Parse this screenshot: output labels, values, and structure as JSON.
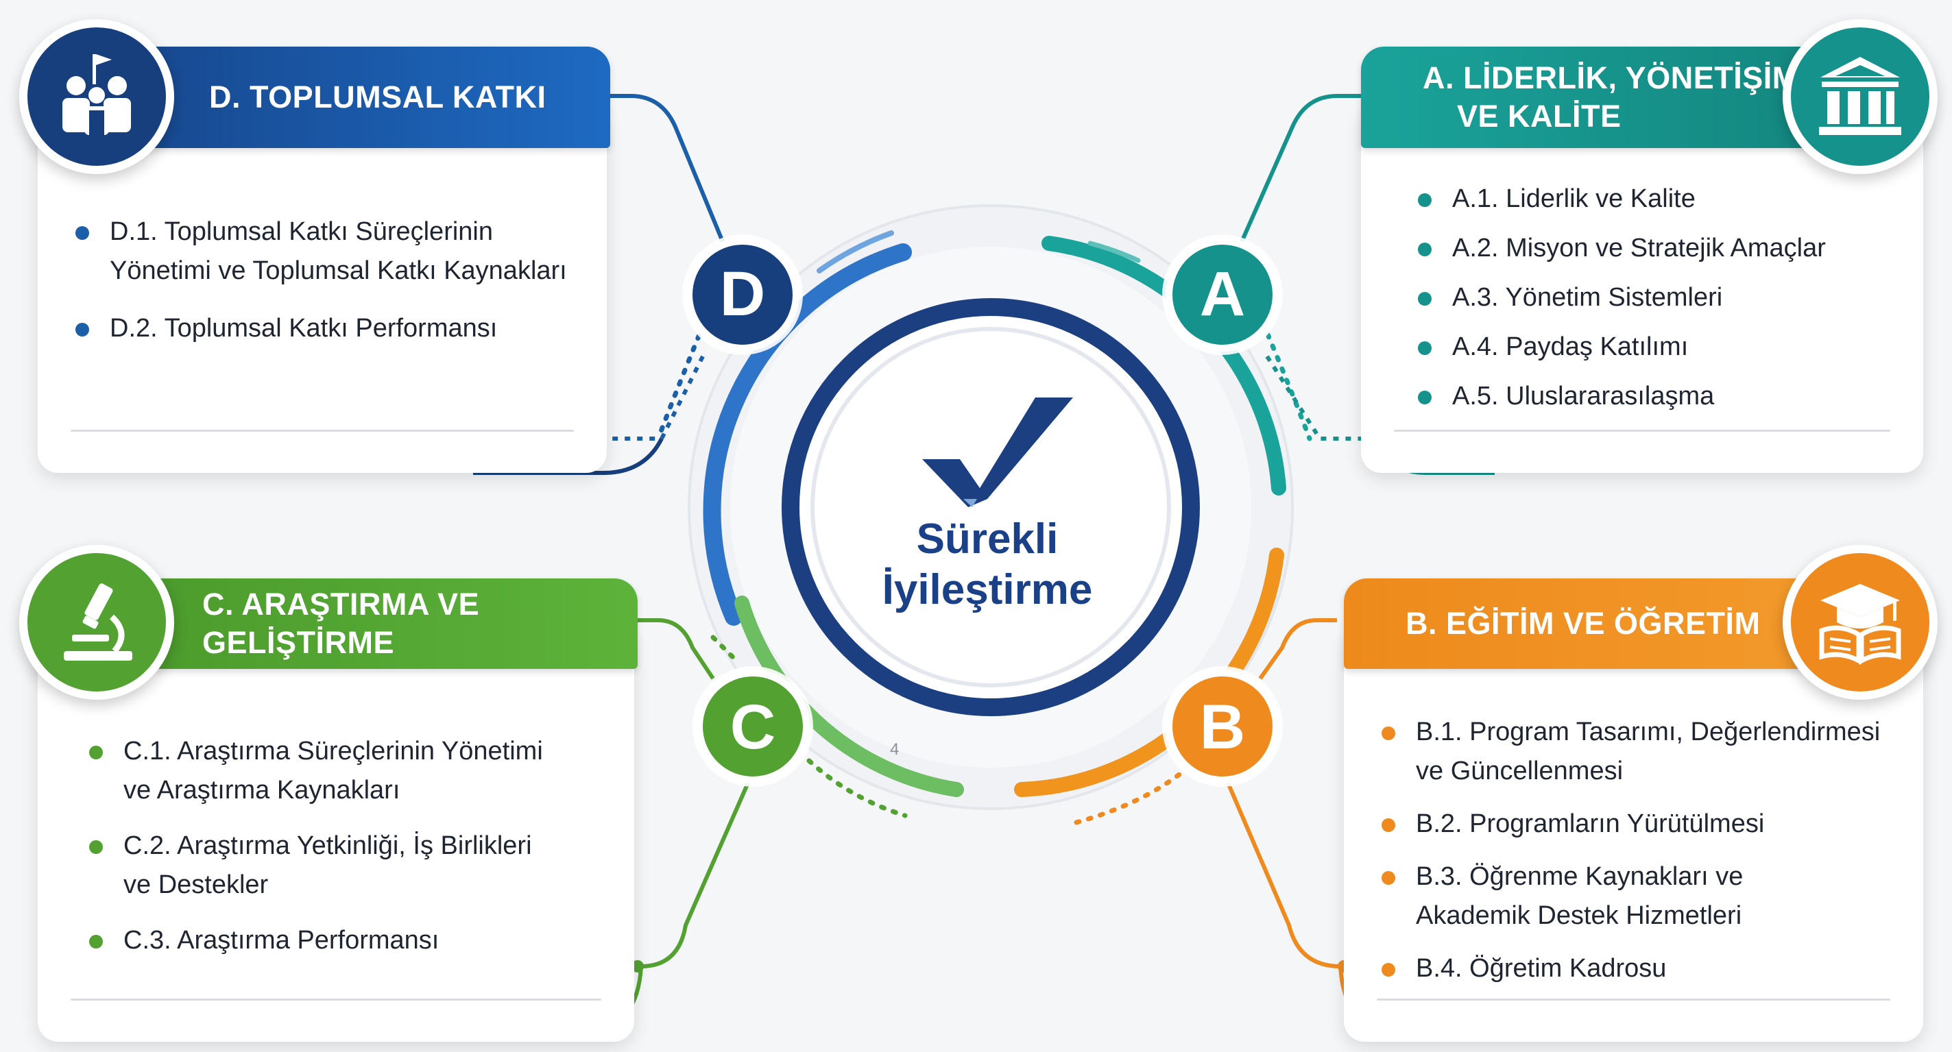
{
  "center": {
    "title_line1": "Sürekli",
    "title_line2": "İyileştirme",
    "check_icon": "checkmark-logo-icon"
  },
  "page_number": "4",
  "colors": {
    "blue": "#1b5fa9",
    "blue_dark": "#17478d",
    "teal": "#16928c",
    "orange": "#ef8a1f",
    "green": "#52a131",
    "navy": "#173f7d"
  },
  "sections": {
    "d": {
      "letter": "D",
      "title": "D. TOPLUMSAL KATKI",
      "icon": "community-people-flag-icon",
      "items": [
        {
          "line1": "D.1. Toplumsal Katkı Süreçlerinin",
          "line2": "Yönetimi ve Toplumsal Katkı Kaynakları"
        },
        {
          "line1": "D.2. Toplumsal Katkı Performansı",
          "line2": ""
        }
      ]
    },
    "a": {
      "letter": "A",
      "title_line1": "A. LİDERLİK, YÖNETİŞİM",
      "title_line2": "VE KALİTE",
      "icon": "institution-building-icon",
      "items": [
        {
          "line1": "A.1. Liderlik ve Kalite"
        },
        {
          "line1": "A.2. Misyon ve Stratejik Amaçlar"
        },
        {
          "line1": "A.3. Yönetim Sistemleri"
        },
        {
          "line1": "A.4. Paydaş Katılımı"
        },
        {
          "line1": "A.5. Uluslararasılaşma"
        }
      ]
    },
    "c": {
      "letter": "C",
      "title": "C. ARAŞTIRMA VE GELİŞTİRME",
      "icon": "microscope-icon",
      "items": [
        {
          "line1": "C.1. Araştırma Süreçlerinin Yönetimi",
          "line2": "ve Araştırma Kaynakları"
        },
        {
          "line1": "C.2. Araştırma Yetkinliği, İş Birlikleri",
          "line2": "ve Destekler"
        },
        {
          "line1": "C.3. Araştırma Performansı",
          "line2": ""
        }
      ]
    },
    "b": {
      "letter": "B",
      "title": "B. EĞİTİM VE ÖĞRETİM",
      "icon": "graduation-cap-book-icon",
      "items": [
        {
          "line1": "B.1. Program Tasarımı, Değerlendirmesi",
          "line2": "ve Güncellenmesi"
        },
        {
          "line1": "B.2. Programların Yürütülmesi",
          "line2": ""
        },
        {
          "line1": "B.3. Öğrenme Kaynakları ve",
          "line2": "Akademik Destek Hizmetleri"
        },
        {
          "line1": "B.4. Öğretim Kadrosu",
          "line2": ""
        }
      ]
    }
  }
}
